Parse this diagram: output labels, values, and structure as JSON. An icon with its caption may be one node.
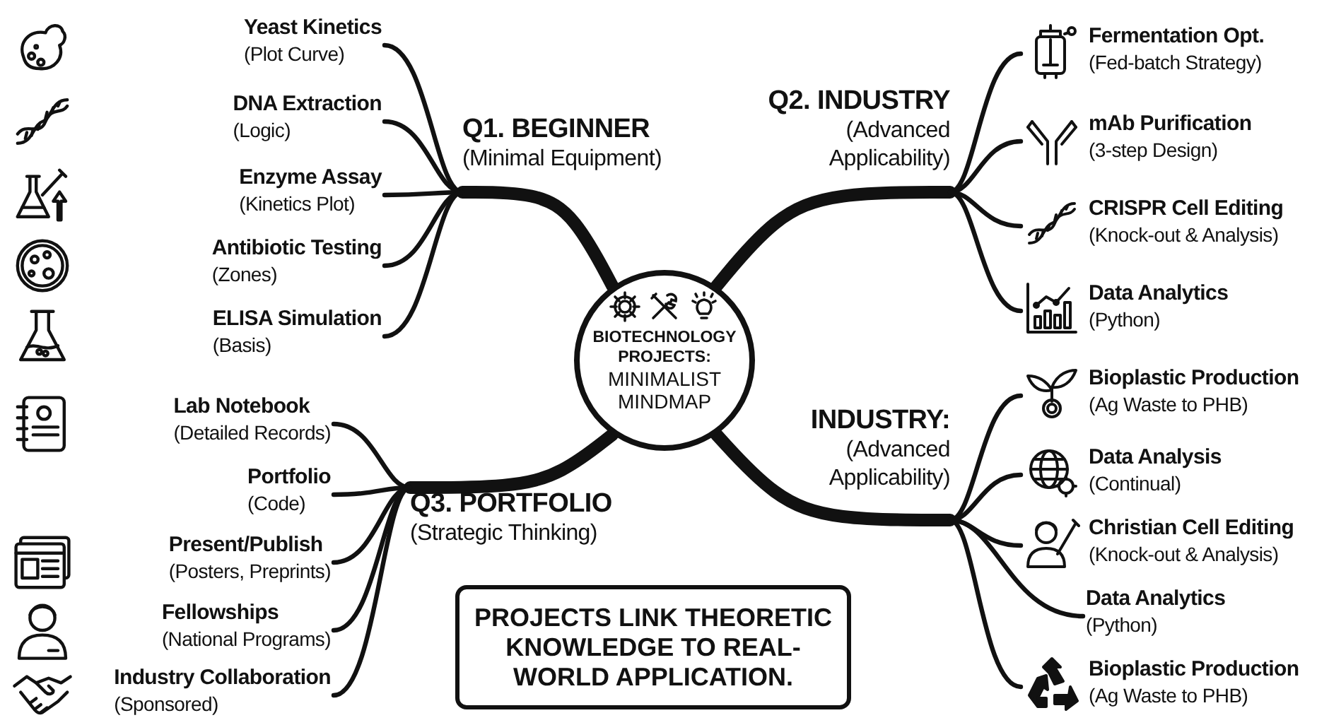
{
  "diagram": {
    "nodes": [
      {
        "text": [
          "BIOTECHNOLOGY PROJECTS:",
          "MINIMALIST MINDMAP"
        ]
      },
      {
        "text": [
          "Q1. BEGINNER",
          "(Minimal Equipment)"
        ]
      },
      {
        "text": [
          "Yeast Kinetics",
          "(Plot Curve)"
        ]
      },
      {
        "text": [
          "DNA Extraction",
          "(Logic)"
        ]
      },
      {
        "text": [
          "Enzyme Assay",
          "(Kinetics Plot)"
        ]
      },
      {
        "text": [
          "Antibiotic Testing",
          "(Zones)"
        ]
      },
      {
        "text": [
          "ELISA Simulation",
          "(Basis)"
        ]
      },
      {
        "text": [
          "Q2. INDUSTRY",
          "(Advanced Applicability)"
        ]
      },
      {
        "text": [
          "Fermentation Opt.",
          "(Fed-batch Strategy)"
        ]
      },
      {
        "text": [
          "mAb Purification",
          "(3-step Design)"
        ]
      },
      {
        "text": [
          "CRISPR Cell Editing",
          "(Knock-out & Analysis)"
        ]
      },
      {
        "text": [
          "Data Analytics",
          "(Python)"
        ]
      },
      {
        "text": [
          "INDUSTRY:",
          "(Advanced Applicability)"
        ]
      },
      {
        "text": [
          "Bioplastic Production",
          "(Ag Waste to PHB)"
        ]
      },
      {
        "text": [
          "Data Analysis",
          "(Continual)"
        ]
      },
      {
        "text": [
          "Christian Cell Editing",
          "(Knock-out & Analysis)"
        ]
      },
      {
        "text": [
          "Data Analytics",
          "(Python)"
        ]
      },
      {
        "text": [
          "Bioplastic Production",
          "(Ag Waste to PHB)"
        ]
      },
      {
        "text": [
          "Q3. PORTFOLIO",
          "(Strategic Thinking)"
        ]
      },
      {
        "text": [
          "Lab Notebook",
          "(Detailed Records)"
        ]
      },
      {
        "text": [
          "Portfolio",
          "(Code)"
        ]
      },
      {
        "text": [
          "Present/Publish",
          "(Posters, Preprints)"
        ]
      },
      {
        "text": [
          "Fellowships",
          "(National Programs)"
        ]
      },
      {
        "text": [
          "Industry Collaboration",
          "(Sponsored)"
        ]
      },
      {
        "text": [
          "PROJECTS LINK THEORETIC KNOWLEDGE TO REAL-WORLD APPLICATION."
        ]
      }
    ],
    "edges": [
      {
        "from": 0,
        "to": 1,
        "arrow": "none",
        "style": "thick"
      },
      {
        "from": 1,
        "to": 2,
        "arrow": "none"
      },
      {
        "from": 1,
        "to": 3,
        "arrow": "none"
      },
      {
        "from": 1,
        "to": 4,
        "arrow": "none"
      },
      {
        "from": 1,
        "to": 5,
        "arrow": "none"
      },
      {
        "from": 1,
        "to": 6,
        "arrow": "none"
      },
      {
        "from": 0,
        "to": 7,
        "arrow": "none",
        "style": "thick"
      },
      {
        "from": 7,
        "to": 8,
        "arrow": "none"
      },
      {
        "from": 7,
        "to": 9,
        "arrow": "none"
      },
      {
        "from": 7,
        "to": 10,
        "arrow": "none"
      },
      {
        "from": 7,
        "to": 11,
        "arrow": "none"
      },
      {
        "from": 0,
        "to": 12,
        "arrow": "none",
        "style": "thick"
      },
      {
        "from": 12,
        "to": 13,
        "arrow": "none"
      },
      {
        "from": 12,
        "to": 14,
        "arrow": "none"
      },
      {
        "from": 12,
        "to": 15,
        "arrow": "none"
      },
      {
        "from": 12,
        "to": 16,
        "arrow": "none"
      },
      {
        "from": 12,
        "to": 17,
        "arrow": "none"
      },
      {
        "from": 0,
        "to": 18,
        "arrow": "none",
        "style": "thick"
      },
      {
        "from": 18,
        "to": 19,
        "arrow": "none"
      },
      {
        "from": 18,
        "to": 20,
        "arrow": "none"
      },
      {
        "from": 18,
        "to": 21,
        "arrow": "none"
      },
      {
        "from": 18,
        "to": 22,
        "arrow": "none"
      },
      {
        "from": 18,
        "to": 23,
        "arrow": "none"
      }
    ]
  }
}
